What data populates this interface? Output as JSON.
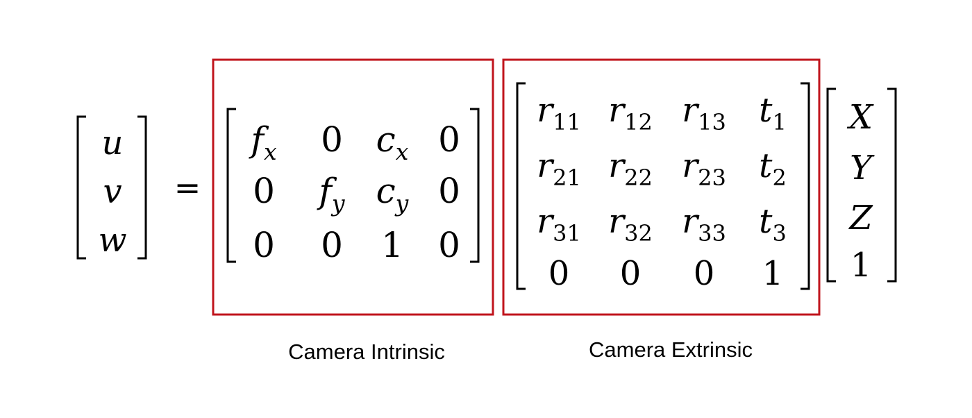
{
  "colors": {
    "box": "#c0141c",
    "ink": "#000000",
    "background": "#ffffff"
  },
  "equals": "=",
  "image_vector": [
    {
      "base": "u",
      "sub": ""
    },
    {
      "base": "v",
      "sub": ""
    },
    {
      "base": "w",
      "sub": ""
    }
  ],
  "intrinsic": {
    "caption": "Camera Intrinsic",
    "rows": [
      [
        {
          "base": "f",
          "sub": "x"
        },
        {
          "base": "0",
          "sub": ""
        },
        {
          "base": "c",
          "sub": "x"
        },
        {
          "base": "0",
          "sub": ""
        }
      ],
      [
        {
          "base": "0",
          "sub": ""
        },
        {
          "base": "f",
          "sub": "y"
        },
        {
          "base": "c",
          "sub": "y"
        },
        {
          "base": "0",
          "sub": ""
        }
      ],
      [
        {
          "base": "0",
          "sub": ""
        },
        {
          "base": "0",
          "sub": ""
        },
        {
          "base": "1",
          "sub": ""
        },
        {
          "base": "0",
          "sub": ""
        }
      ]
    ]
  },
  "extrinsic": {
    "caption": "Camera Extrinsic",
    "rows": [
      [
        {
          "base": "r",
          "sub": "11"
        },
        {
          "base": "r",
          "sub": "12"
        },
        {
          "base": "r",
          "sub": "13"
        },
        {
          "base": "t",
          "sub": "1"
        }
      ],
      [
        {
          "base": "r",
          "sub": "21"
        },
        {
          "base": "r",
          "sub": "22"
        },
        {
          "base": "r",
          "sub": "23"
        },
        {
          "base": "t",
          "sub": "2"
        }
      ],
      [
        {
          "base": "r",
          "sub": "31"
        },
        {
          "base": "r",
          "sub": "32"
        },
        {
          "base": "r",
          "sub": "33"
        },
        {
          "base": "t",
          "sub": "3"
        }
      ],
      [
        {
          "base": "0",
          "sub": ""
        },
        {
          "base": "0",
          "sub": ""
        },
        {
          "base": "0",
          "sub": ""
        },
        {
          "base": "1",
          "sub": ""
        }
      ]
    ]
  },
  "world_vector": [
    {
      "base": "X",
      "sub": ""
    },
    {
      "base": "Y",
      "sub": ""
    },
    {
      "base": "Z",
      "sub": ""
    },
    {
      "base": "1",
      "sub": ""
    }
  ]
}
